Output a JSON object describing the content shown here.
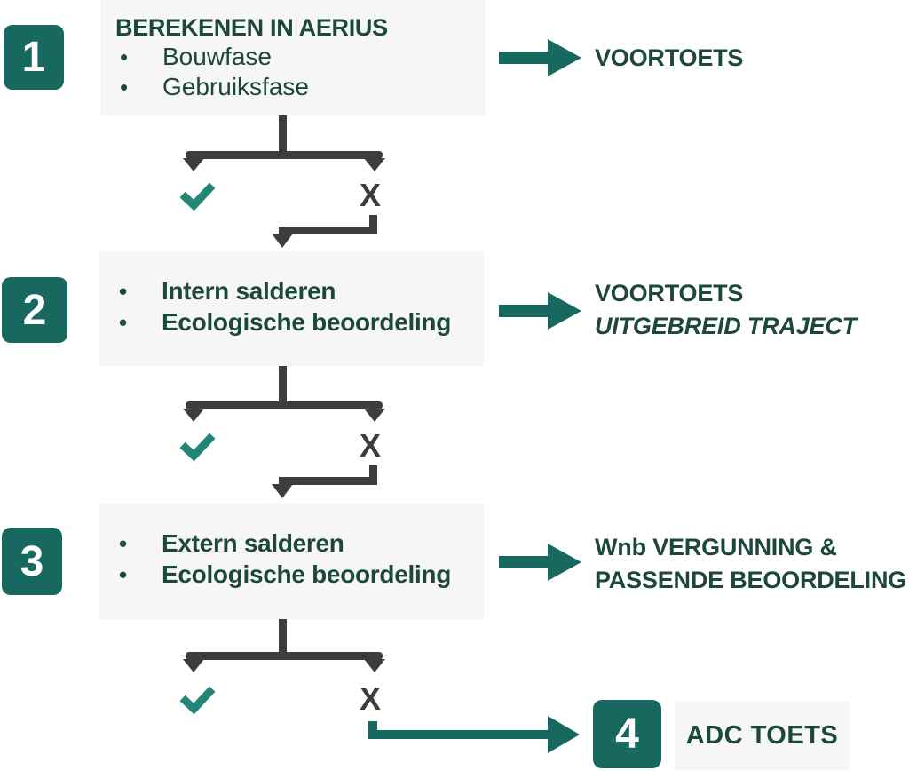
{
  "colors": {
    "teal": "#17695f",
    "teal_check": "#218677",
    "dark_green_text": "#1c473d",
    "dark_gray_connector": "#3d3d3d",
    "box_background": "#f6f6f4",
    "badge_text": "#ffffff"
  },
  "glyphs": {
    "bullet": "•",
    "check": "✓",
    "cross": "X"
  },
  "steps": [
    {
      "number": "1",
      "title": "BEREKENEN IN AERIUS",
      "bullets": [
        "Bouwfase",
        "Gebruiksfase"
      ],
      "outcome_lines": [
        "VOORTOETS"
      ]
    },
    {
      "number": "2",
      "bullets": [
        "Intern salderen",
        "Ecologische beoordeling"
      ],
      "outcome_lines": [
        "VOORTOETS",
        "UITGEBREID TRAJECT"
      ]
    },
    {
      "number": "3",
      "bullets": [
        "Extern salderen",
        "Ecologische beoordeling"
      ],
      "outcome_lines": [
        "Wnb VERGUNNING &",
        "PASSENDE BEOORDELING"
      ]
    },
    {
      "number": "4",
      "title": "ADC TOETS"
    }
  ]
}
